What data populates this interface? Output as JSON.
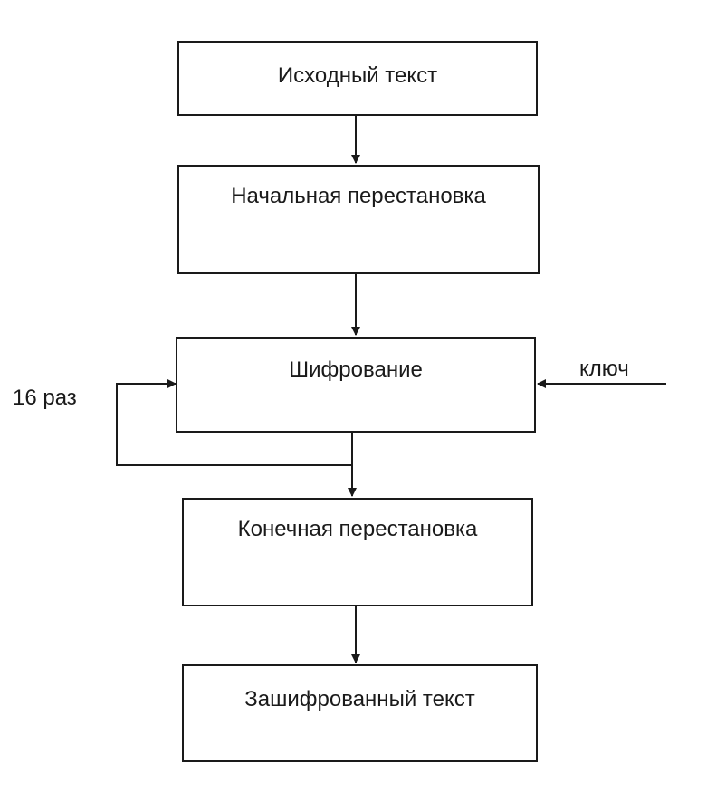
{
  "diagram": {
    "nodes": [
      {
        "id": "source",
        "label": "Исходный текст"
      },
      {
        "id": "initial-permutation",
        "label": "Начальная перестановка"
      },
      {
        "id": "encryption",
        "label": "Шифрование"
      },
      {
        "id": "final-permutation",
        "label": "Конечная перестановка"
      },
      {
        "id": "ciphertext",
        "label": "Зашифрованный текст"
      }
    ],
    "edges": [
      {
        "from": "source",
        "to": "initial-permutation"
      },
      {
        "from": "initial-permutation",
        "to": "encryption"
      },
      {
        "from": "encryption",
        "to": "final-permutation"
      },
      {
        "from": "final-permutation",
        "to": "ciphertext"
      },
      {
        "from": "encryption",
        "to": "encryption",
        "label": "16 раз"
      },
      {
        "from": "key",
        "to": "encryption",
        "label": "ключ"
      }
    ],
    "loop_label": "16 раз",
    "key_label": "ключ",
    "line_color": "#1a1a1a"
  }
}
